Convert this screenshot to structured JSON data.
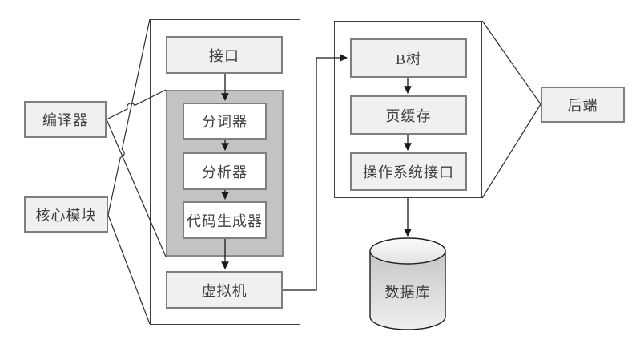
{
  "nodes": {
    "compiler": {
      "label": "编译器"
    },
    "core_module": {
      "label": "核心模块"
    },
    "interface": {
      "label": "接口"
    },
    "tokenizer": {
      "label": "分词器"
    },
    "parser": {
      "label": "分析器"
    },
    "code_generator": {
      "label": "代码生成器"
    },
    "virtual_machine": {
      "label": "虚拟机"
    },
    "b_tree": {
      "label": "B树"
    },
    "page_cache": {
      "label": "页缓存"
    },
    "os_interface": {
      "label": "操作系统接口"
    },
    "backend": {
      "label": "后端"
    },
    "database": {
      "label": "数据库"
    }
  },
  "edges": [
    {
      "from": "接口",
      "to": "分词器",
      "type": "arrow"
    },
    {
      "from": "分词器",
      "to": "分析器",
      "type": "arrow"
    },
    {
      "from": "分析器",
      "to": "代码生成器",
      "type": "arrow"
    },
    {
      "from": "代码生成器",
      "to": "虚拟机",
      "type": "arrow"
    },
    {
      "from": "虚拟机",
      "to": "B树",
      "type": "arrow"
    },
    {
      "from": "B树",
      "to": "页缓存",
      "type": "arrow"
    },
    {
      "from": "页缓存",
      "to": "操作系统接口",
      "type": "arrow"
    },
    {
      "from": "操作系统接口",
      "to": "数据库",
      "type": "arrow"
    },
    {
      "from": "编译器",
      "to": "分词器/分析器/代码生成器 组",
      "type": "bracket-line"
    },
    {
      "from": "核心模块",
      "to": "接口/虚拟机 容器",
      "type": "bracket-line"
    },
    {
      "from": "B树/页缓存/操作系统接口 容器",
      "to": "后端",
      "type": "bracket-line"
    }
  ],
  "colors": {
    "node_fill": "#f0f0f0",
    "inner_node_fill": "#ffffff",
    "node_border": "#7f7f7f",
    "group_fill": "#c3c3c3",
    "container_border": "#3f3f3f",
    "line": "#2e2e2e",
    "text": "#404040",
    "cylinder_top": "#f3f3f3",
    "cylinder_body_dark": "#c6c6c6",
    "cylinder_body_light": "#efefef"
  }
}
